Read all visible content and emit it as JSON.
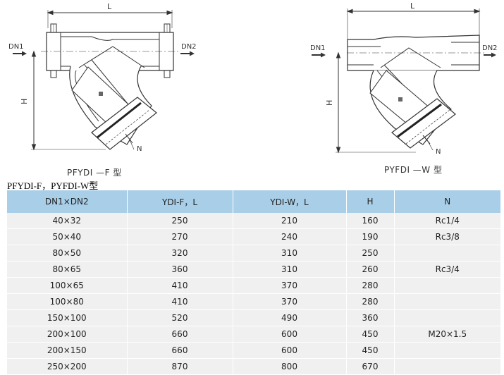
{
  "drawings": {
    "left": {
      "dim_length": "L",
      "dim_height": "H",
      "inlet": "DN1",
      "outlet": "DN2",
      "plug": "N",
      "caption": "PFYDI —F 型"
    },
    "right": {
      "dim_length": "L",
      "dim_height": "H",
      "inlet": "DN1",
      "outlet": "DN2",
      "plug": "N",
      "caption": "PYFDI —W 型"
    }
  },
  "series_title": "PFYDI-F，PYFDI-W型",
  "table": {
    "headers": [
      "DN1×DN2",
      "YDI-F，L",
      "YDI-W，L",
      "H",
      "N"
    ],
    "rows": [
      [
        "40×32",
        "250",
        "210",
        "160",
        "Rc1/4"
      ],
      [
        "50×40",
        "270",
        "240",
        "190",
        "Rc3/8"
      ],
      [
        "80×50",
        "320",
        "310",
        "250",
        ""
      ],
      [
        "80×65",
        "360",
        "310",
        "260",
        "Rc3/4"
      ],
      [
        "100×65",
        "410",
        "370",
        "280",
        ""
      ],
      [
        "100×80",
        "410",
        "370",
        "280",
        ""
      ],
      [
        "150×100",
        "520",
        "490",
        "360",
        ""
      ],
      [
        "200×100",
        "660",
        "600",
        "450",
        "M20×1.5"
      ],
      [
        "200×150",
        "660",
        "600",
        "450",
        ""
      ],
      [
        "250×200",
        "870",
        "800",
        "670",
        ""
      ]
    ]
  }
}
